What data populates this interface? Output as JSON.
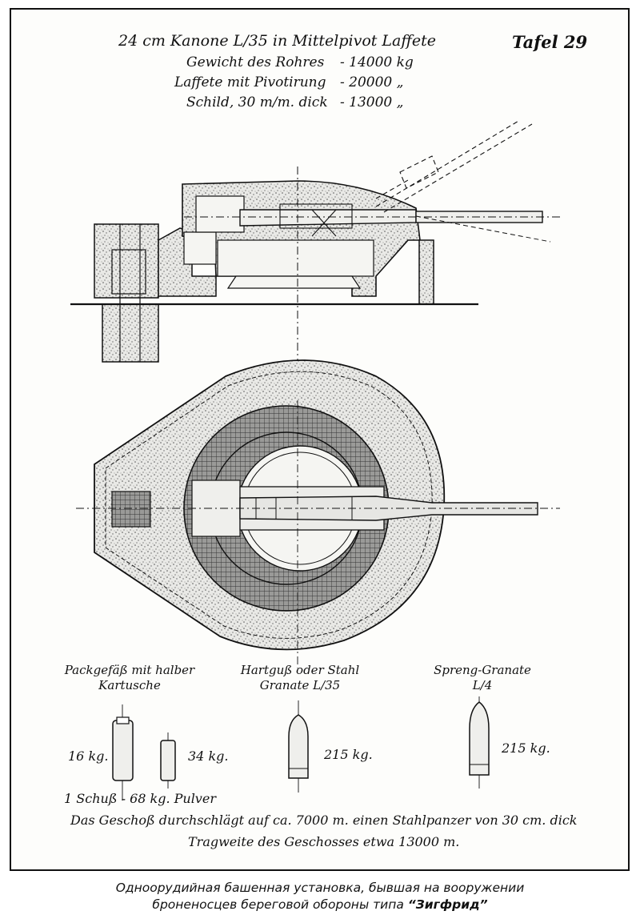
{
  "sheet": {
    "title": "24 cm Kanone L/35 in Mittelpivot Laffete",
    "plate": "Tafel 29",
    "weights": [
      {
        "label": "Gewicht des Rohres",
        "value": "- 14000 kg"
      },
      {
        "label": "Laffete mit Pivotirung",
        "value": "- 20000 „"
      },
      {
        "label": "Schild, 30 m/m. dick",
        "value": "- 13000 „"
      }
    ]
  },
  "ammunition": {
    "cartridge": {
      "caption": "Packgefäß mit halber Kartusche",
      "weight_large": "16 kg.",
      "weight_small": "34 kg."
    },
    "armor_shell": {
      "caption": "Hartguß oder Stahl Granate L/35",
      "weight": "215 kg."
    },
    "explosive_shell": {
      "caption": "Spreng-Granate L/4",
      "weight": "215 kg."
    },
    "charge": "1 Schuß - 68 kg. Pulver"
  },
  "notes": {
    "penetration": "Das Geschoß durchschlägt auf ca. 7000 m. einen Stahlpanzer von 30 cm. dick",
    "range": "Tragweite des Geschosses etwa 13000 m."
  },
  "caption": {
    "line1": "Одноорудийная башенная установка, бывшая на вооружении",
    "line2_prefix": "броненосцев береговой обороны типа ",
    "line2_name": "“Зигфрид”"
  }
}
